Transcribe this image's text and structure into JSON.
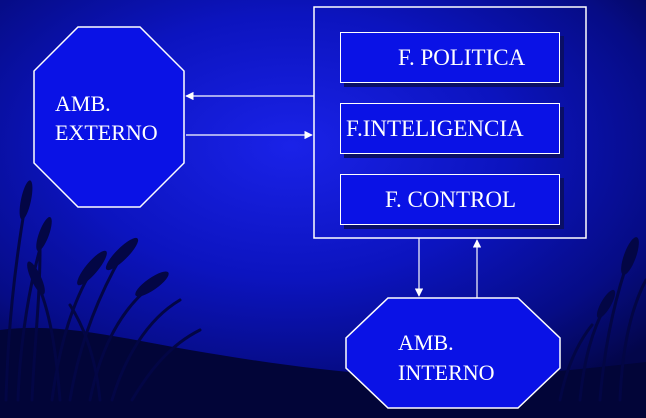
{
  "external_environment": {
    "line1": "AMB.",
    "line2": "EXTERNO"
  },
  "internal_environment": {
    "line1": "AMB.",
    "line2": "INTERNO"
  },
  "functions": [
    {
      "label": "F. POLITICA"
    },
    {
      "label": "F.INTELIGENCIA"
    },
    {
      "label": "F. CONTROL"
    }
  ],
  "colors": {
    "background": "#0c14bf",
    "box_fill": "#0a12e6",
    "stroke": "#ffffff"
  }
}
